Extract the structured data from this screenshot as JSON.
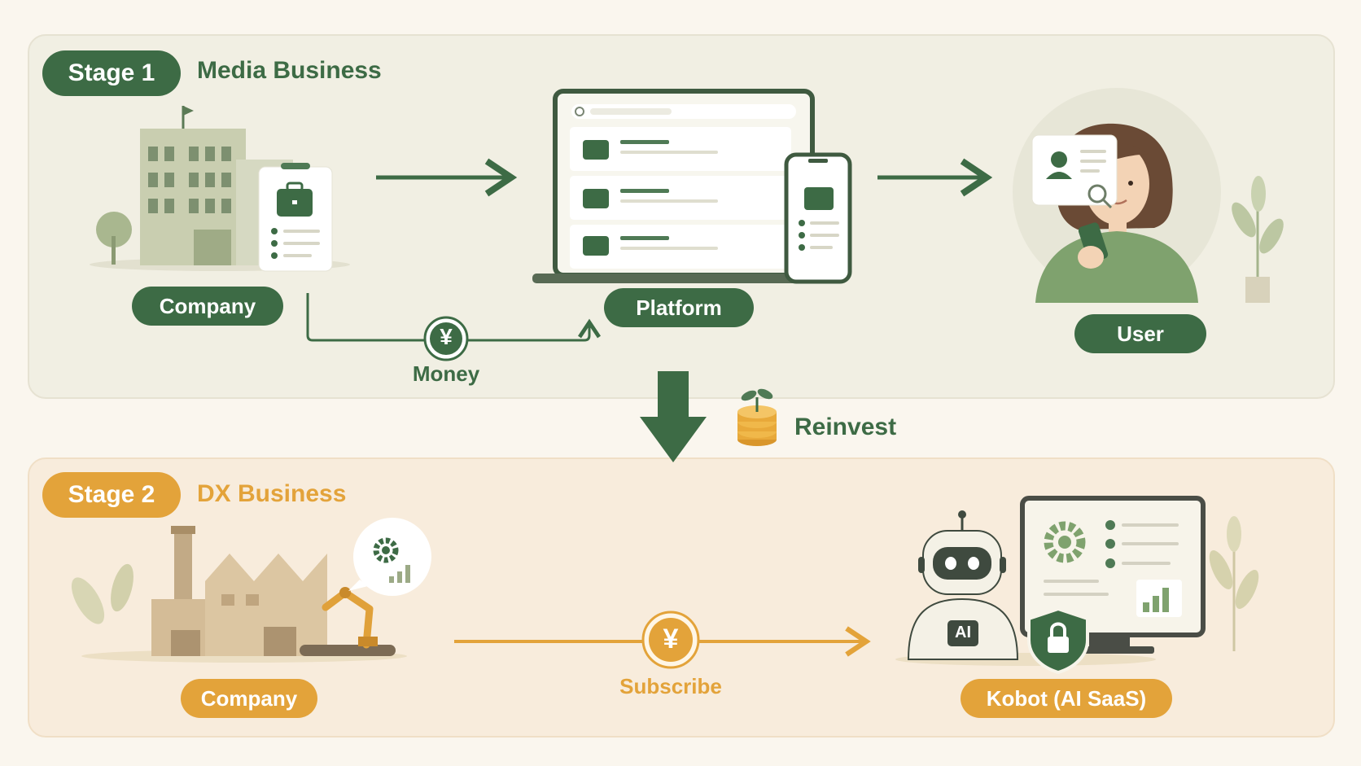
{
  "stage1": {
    "badge": "Stage 1",
    "title": "Media Business",
    "company_label": "Company",
    "platform_label": "Platform",
    "user_label": "User",
    "money_label": "Money",
    "money_symbol": "¥"
  },
  "transition": {
    "reinvest_label": "Reinvest"
  },
  "stage2": {
    "badge": "Stage 2",
    "title": "DX Business",
    "company_label": "Company",
    "subscribe_label": "Subscribe",
    "subscribe_symbol": "¥",
    "product_label": "Kobot (AI SaaS)",
    "ai_badge": "AI"
  },
  "colors": {
    "stage1_accent": "#3d6b45",
    "stage2_accent": "#e3a33a",
    "stage1_bg": "#f1efe3",
    "stage2_bg": "#f8ecdc"
  },
  "icons": [
    "building-icon",
    "job-card-icon",
    "laptop-icon",
    "phone-icon",
    "user-illustration-icon",
    "profile-search-icon",
    "yen-coin-icon",
    "down-arrow-icon",
    "coin-sprout-icon",
    "factory-icon",
    "robot-arm-icon",
    "gear-chart-bubble-icon",
    "robot-icon",
    "monitor-dashboard-icon",
    "shield-lock-icon",
    "plant-icon"
  ]
}
